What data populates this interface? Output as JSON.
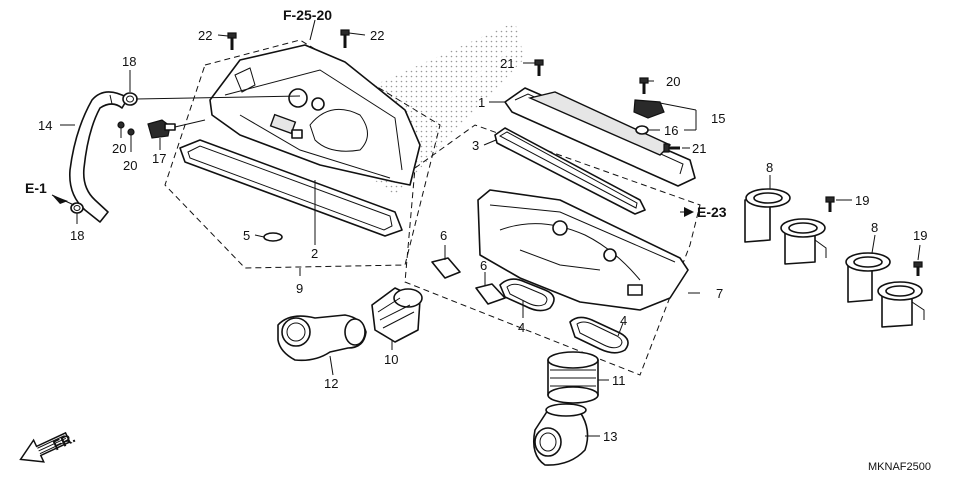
{
  "refs": {
    "f_25_20": "F-25-20",
    "e_1": "E-1",
    "e_23": "E-23",
    "fr": "FR."
  },
  "diagram_code": "MKNAF2500",
  "callouts": {
    "c22a": "22",
    "c22b": "22",
    "c18a": "18",
    "c18b": "18",
    "c14": "14",
    "c20a": "20",
    "c20b": "20",
    "c20c": "20",
    "c17": "17",
    "c5": "5",
    "c2": "2",
    "c9": "9",
    "c21a": "21",
    "c21b": "21",
    "c1": "1",
    "c3": "3",
    "c15": "15",
    "c16": "16",
    "c6a": "6",
    "c6b": "6",
    "c4a": "4",
    "c4b": "4",
    "c7": "7",
    "c8a": "8",
    "c8b": "8",
    "c19a": "19",
    "c19b": "19",
    "c10": "10",
    "c12": "12",
    "c11": "11",
    "c13": "13"
  },
  "colors": {
    "ink": "#111111",
    "paper": "#ffffff",
    "screen": "#9a9a9a"
  }
}
